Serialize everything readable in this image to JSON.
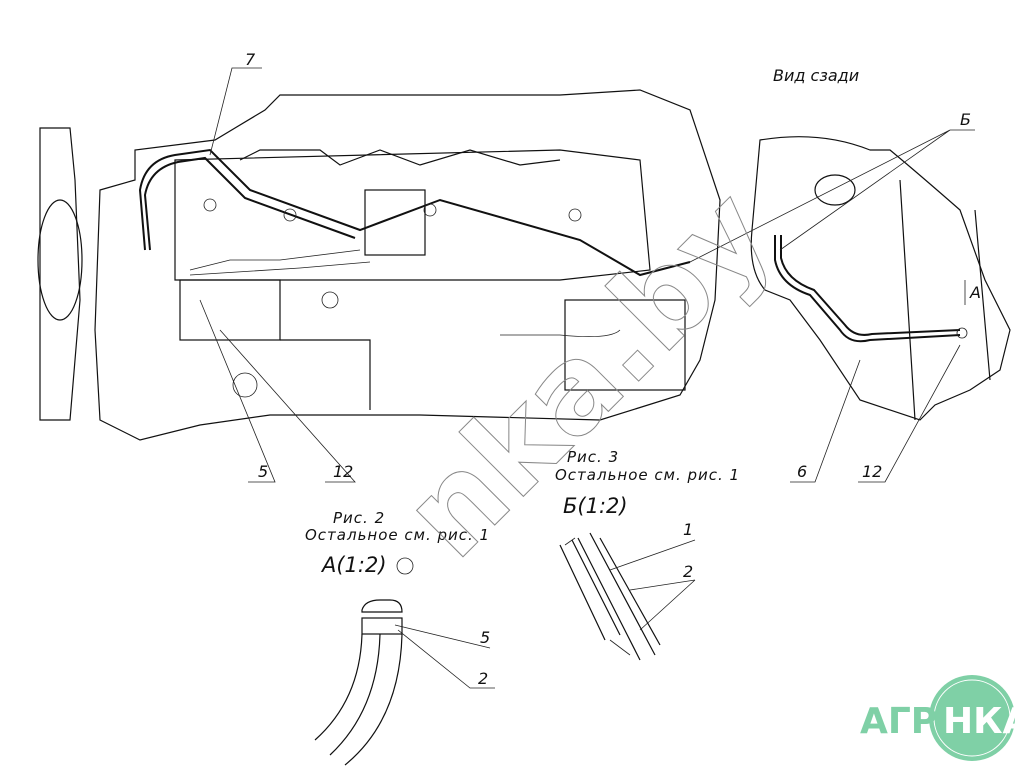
{
  "drawing": {
    "view_label": "Вид сзади",
    "callouts": {
      "main_7": "7",
      "main_5": "5",
      "main_12": "12",
      "rear_B": "Б",
      "rear_6": "6",
      "rear_12": "12",
      "rear_A": "А",
      "detailB_1": "1",
      "detailB_2": "2",
      "detailA_5": "5",
      "detailA_2": "2"
    },
    "fig3": {
      "title": "Рис. 3",
      "note": "Остальное см. рис. 1",
      "view": "Б(1:2)"
    },
    "fig2": {
      "title": "Рис. 2",
      "note": "Остальное см. рис. 1",
      "view": "А(1:2)"
    }
  },
  "watermark": "nka.by",
  "logo": {
    "left": "АГРО",
    "right": "НКА",
    "color": "#7fd0a6"
  }
}
